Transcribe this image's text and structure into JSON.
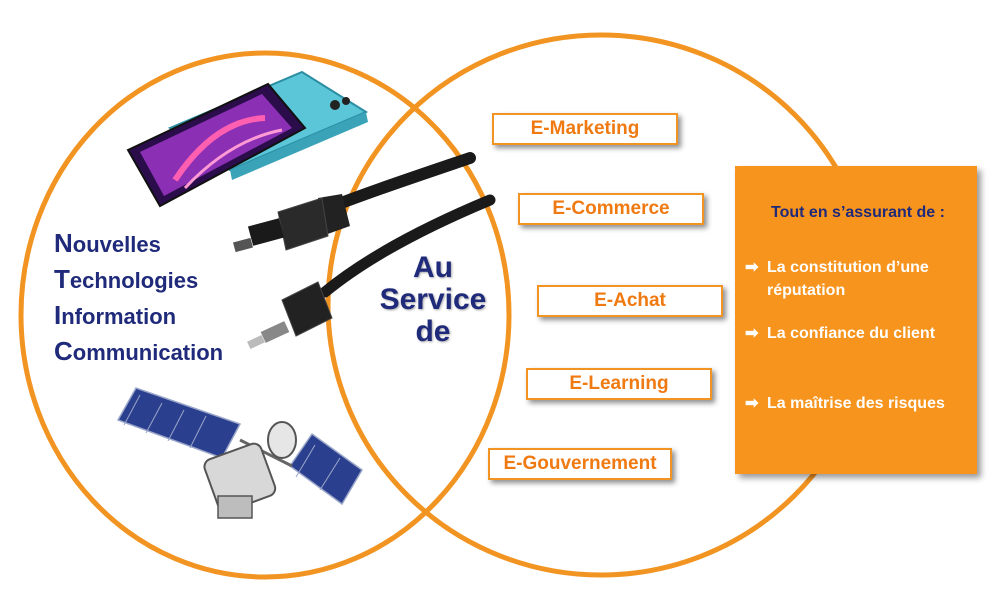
{
  "ntic": {
    "l1": {
      "initial": "N",
      "rest": "ouvelles"
    },
    "l2": {
      "initial": "T",
      "rest": "echnologies"
    },
    "l3": {
      "initial": "I",
      "rest": "nformation"
    },
    "l4": {
      "initial": "C",
      "rest": "ommunication"
    }
  },
  "center_text": [
    "Au",
    "Service",
    "de"
  ],
  "e_items": [
    "E-Marketing",
    "E-Commerce",
    "E-Achat",
    "E-Learning",
    "E-Gouvernement"
  ],
  "panel": {
    "title": "Tout en s’assurant de :",
    "items": [
      "La constitution d’une réputation",
      "La confiance du client",
      "La maîtrise des risques"
    ]
  },
  "icons": [
    "smartphone-icon",
    "optical-cable-icon",
    "satellite-icon",
    "arrow-right-icon"
  ],
  "colors": {
    "circle": "#f29422",
    "title_blue": "#1f2a7a",
    "panel": "#f7941d",
    "e_text": "#f07a12"
  }
}
